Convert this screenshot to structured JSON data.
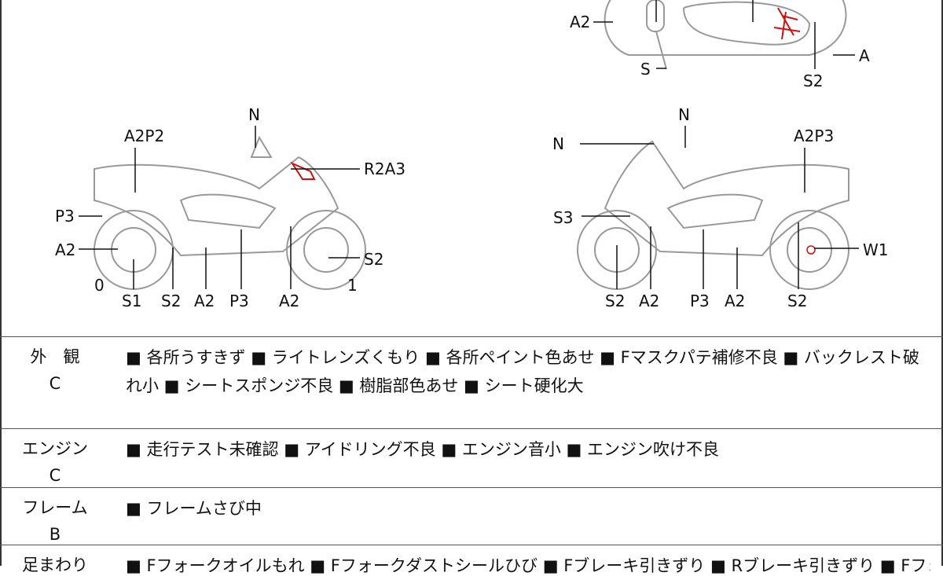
{
  "diagram": {
    "top_view_labels": [
      "A2",
      "S",
      "S2",
      "A"
    ],
    "left_view_labels": {
      "top": "N",
      "a2p2": "A2P2",
      "r2a3": "R2A3",
      "p3": "P3",
      "a2": "A2",
      "s2_right": "S2",
      "zero": "0",
      "one": "1",
      "bottom": [
        "S1",
        "S2",
        "A2",
        "P3",
        "A2"
      ]
    },
    "right_view_labels": {
      "top": "N",
      "n_left": "N",
      "a2p3": "A2P3",
      "s3": "S3",
      "w1": "W1",
      "bottom": [
        "S2",
        "A2",
        "P3",
        "A2",
        "S2"
      ]
    },
    "damage_color": "#d01010"
  },
  "rows": [
    {
      "label": "外　観",
      "grade": "C",
      "text": "■ 各所うすきず ■ ライトレンズくもり ■ 各所ペイント色あせ ■ Fマスクパテ補修不良 ■ バックレスト破れ小 ■ シートスポンジ不良 ■ 樹脂部色あせ ■ シート硬化大"
    },
    {
      "label": "エンジン",
      "grade": "C",
      "text": "■ 走行テスト未確認 ■ アイドリング不良 ■ エンジン音小 ■ エンジン吹け不良"
    },
    {
      "label": "フレーム",
      "grade": "B",
      "text": "■ フレームさび中"
    },
    {
      "label": "足まわり",
      "grade": "",
      "text": "■ Fフォークオイルもれ ■ Fフォークダストシールひび ■ Fブレーキ引きずり ■ Rブレーキ引きずり ■ Fフォ"
    }
  ]
}
